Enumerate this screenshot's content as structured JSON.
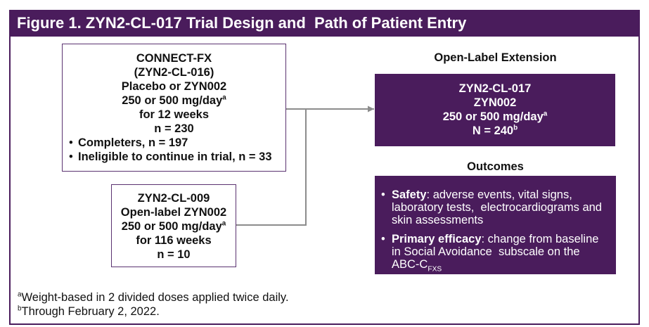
{
  "header": {
    "title": "Figure 1. ZYN2-CL-017 Trial Design and  Path of Patient Entry"
  },
  "connect_fx": {
    "name": "CONNECT-FX",
    "id": "(ZYN2-CL-016)",
    "treatment": "Placebo or ZYN002",
    "dose": "250 or 500 mg/day",
    "dose_note": "a",
    "duration": "for 12 weeks",
    "n": "n = 230",
    "bullets": [
      "Completers, n = 197",
      "Ineligible to continue in trial, n = 33"
    ]
  },
  "study_009": {
    "name": "ZYN2-CL-009",
    "treatment": "Open-label ZYN002",
    "dose": "250 or 500 mg/day",
    "dose_note": "a",
    "duration": "for 116 weeks",
    "n": "n = 10"
  },
  "extension": {
    "heading": "Open-Label Extension",
    "name": "ZYN2-CL-017",
    "treatment": "ZYN002",
    "dose": "250 or 500 mg/day",
    "dose_note": "a",
    "n": "N = 240",
    "n_note": "b"
  },
  "outcomes": {
    "heading": "Outcomes",
    "items": [
      {
        "label": "Safety",
        "lines": [
          ": adverse events, vital signs,",
          "laboratory tests,  electrocardiograms and",
          "skin assessments"
        ]
      },
      {
        "label": "Primary efficacy",
        "lines": [
          ": change from baseline",
          "in Social Avoidance  subscale on the",
          "ABC-C"
        ],
        "subscript": "FXS"
      }
    ]
  },
  "footnotes": [
    {
      "mark": "a",
      "text": "Weight-based in 2 divided doses applied twice daily."
    },
    {
      "mark": "b",
      "text": "Through February 2, 2022."
    }
  ],
  "colors": {
    "purple": "#4a1c5c",
    "box_border": "#5a3270",
    "connector": "#8c8c8c"
  }
}
